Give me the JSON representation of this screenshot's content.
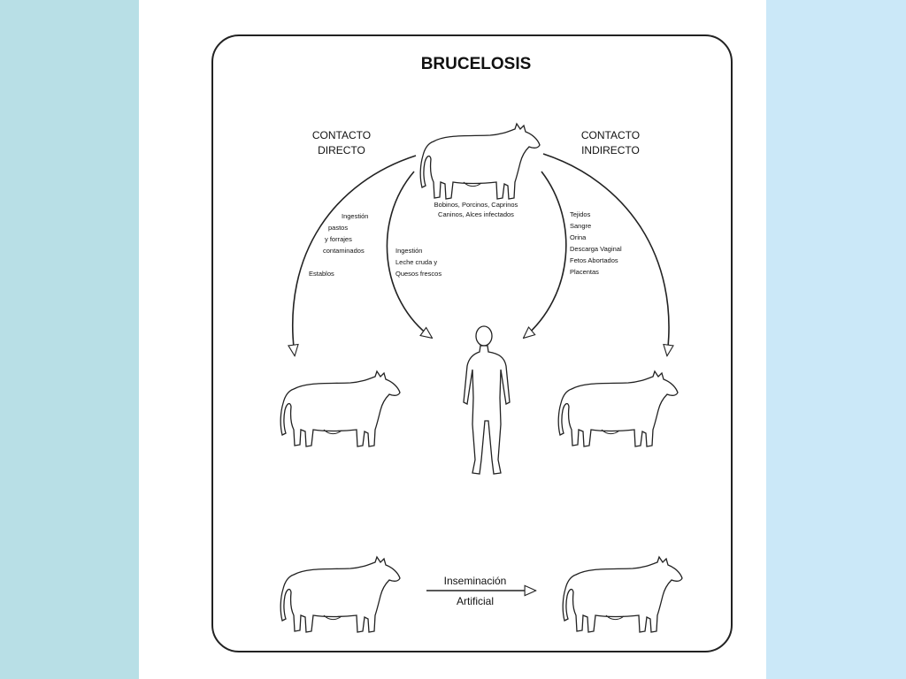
{
  "diagram": {
    "title": "BRUCELOSIS",
    "direct_contact": [
      "CONTACTO",
      "DIRECTO"
    ],
    "indirect_contact": [
      "CONTACTO",
      "INDIRECTO"
    ],
    "source_animals": [
      "Bobinos, Porcinos, Caprinos",
      "Caninos, Alces infectados"
    ],
    "direct_routes": [
      "Ingestión",
      "pastos",
      "y forrajes",
      "contaminados"
    ],
    "direct_extra": "Establos",
    "human_routes": [
      "Ingestión",
      "Leche cruda y",
      "Quesos frescos"
    ],
    "indirect_routes": [
      "Tejidos",
      "Sangre",
      "Orina",
      "Descarga Vaginal",
      "Fetos Abortados",
      "Placentas"
    ],
    "insemination": [
      "Inseminación",
      "Artificial"
    ]
  },
  "colors": {
    "left_band": "#b8dfe6",
    "right_band": "#cbe8f8",
    "line": "#222222"
  }
}
